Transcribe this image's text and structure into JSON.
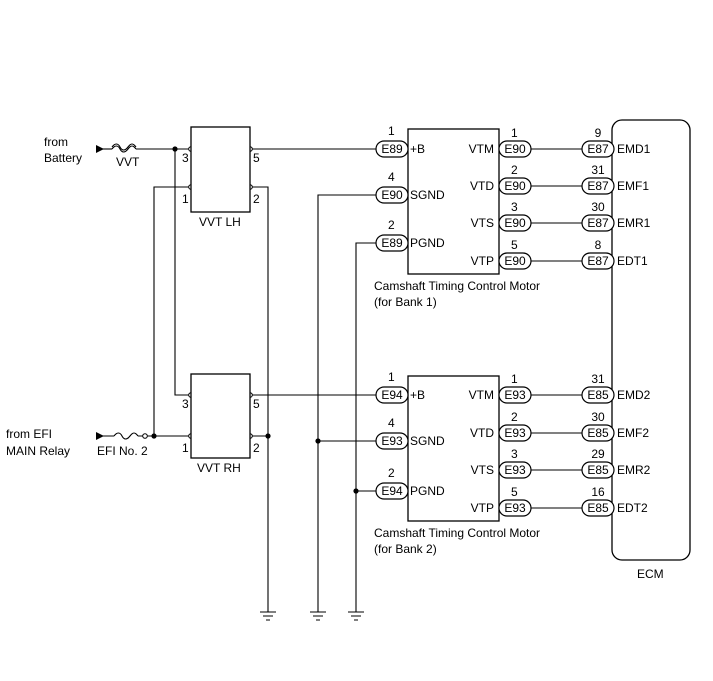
{
  "sources": {
    "battery": "from\nBattery",
    "vvt_fuse": "VVT",
    "efi_relay": "from EFI\nMAIN Relay",
    "efi_fuse": "EFI No. 2"
  },
  "relays": {
    "lh": {
      "label": "VVT LH",
      "pins": [
        "3",
        "5",
        "1",
        "2"
      ]
    },
    "rh": {
      "label": "VVT RH",
      "pins": [
        "3",
        "5",
        "1",
        "2"
      ]
    }
  },
  "motors": {
    "bank1": {
      "caption": "Camshaft Timing Control Motor\n(for Bank 1)",
      "inputs": [
        {
          "pin": "1",
          "conn": "E89",
          "name": "+B"
        },
        {
          "pin": "4",
          "conn": "E90",
          "name": "SGND"
        },
        {
          "pin": "2",
          "conn": "E89",
          "name": "PGND"
        }
      ],
      "outputs": [
        {
          "name": "VTM",
          "pin": "1",
          "conn": "E90",
          "ecm_pin": "9",
          "ecm_conn": "E87",
          "ecm_name": "EMD1"
        },
        {
          "name": "VTD",
          "pin": "2",
          "conn": "E90",
          "ecm_pin": "31",
          "ecm_conn": "E87",
          "ecm_name": "EMF1"
        },
        {
          "name": "VTS",
          "pin": "3",
          "conn": "E90",
          "ecm_pin": "30",
          "ecm_conn": "E87",
          "ecm_name": "EMR1"
        },
        {
          "name": "VTP",
          "pin": "5",
          "conn": "E90",
          "ecm_pin": "8",
          "ecm_conn": "E87",
          "ecm_name": "EDT1"
        }
      ]
    },
    "bank2": {
      "caption": "Camshaft Timing Control Motor\n(for Bank 2)",
      "inputs": [
        {
          "pin": "1",
          "conn": "E94",
          "name": "+B"
        },
        {
          "pin": "4",
          "conn": "E93",
          "name": "SGND"
        },
        {
          "pin": "2",
          "conn": "E94",
          "name": "PGND"
        }
      ],
      "outputs": [
        {
          "name": "VTM",
          "pin": "1",
          "conn": "E93",
          "ecm_pin": "31",
          "ecm_conn": "E85",
          "ecm_name": "EMD2"
        },
        {
          "name": "VTD",
          "pin": "2",
          "conn": "E93",
          "ecm_pin": "30",
          "ecm_conn": "E85",
          "ecm_name": "EMF2"
        },
        {
          "name": "VTS",
          "pin": "3",
          "conn": "E93",
          "ecm_pin": "29",
          "ecm_conn": "E85",
          "ecm_name": "EMR2"
        },
        {
          "name": "VTP",
          "pin": "5",
          "conn": "E93",
          "ecm_pin": "16",
          "ecm_conn": "E85",
          "ecm_name": "EDT2"
        }
      ]
    }
  },
  "ecm": {
    "label": "ECM"
  }
}
